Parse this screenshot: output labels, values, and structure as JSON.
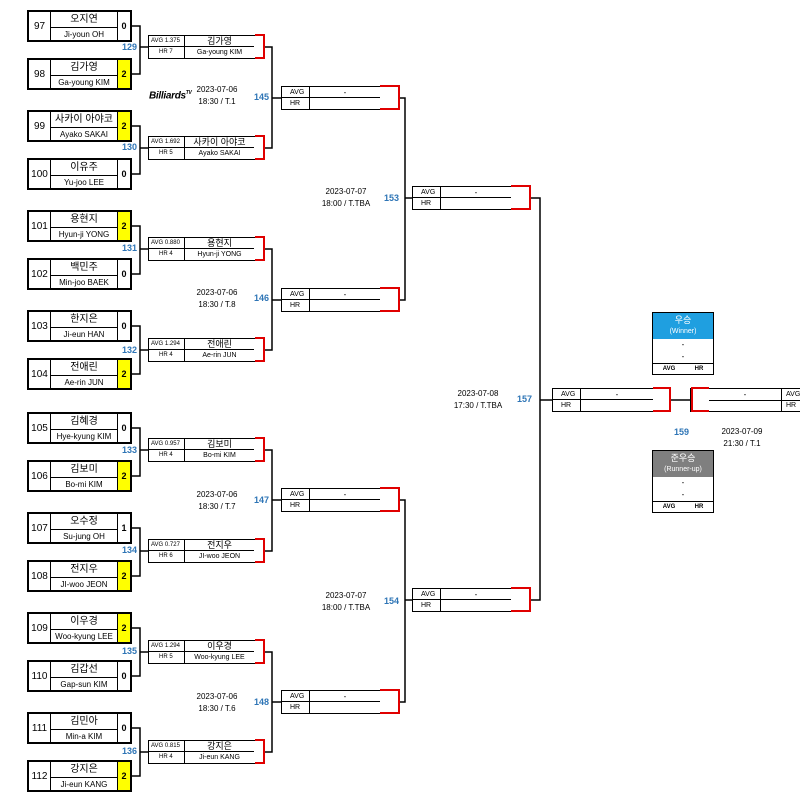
{
  "players": [
    {
      "seed": "97",
      "kr": "오지연",
      "en": "Ji-youn OH",
      "score": "0",
      "win": false
    },
    {
      "seed": "98",
      "kr": "김가영",
      "en": "Ga-young KIM",
      "score": "2",
      "win": true
    },
    {
      "seed": "99",
      "kr": "사카이 아야코",
      "en": "Ayako SAKAI",
      "score": "2",
      "win": true
    },
    {
      "seed": "100",
      "kr": "이유주",
      "en": "Yu-joo LEE",
      "score": "0",
      "win": false
    },
    {
      "seed": "101",
      "kr": "용현지",
      "en": "Hyun-ji YONG",
      "score": "2",
      "win": true
    },
    {
      "seed": "102",
      "kr": "백민주",
      "en": "Min-joo BAEK",
      "score": "0",
      "win": false
    },
    {
      "seed": "103",
      "kr": "한지은",
      "en": "Ji-eun HAN",
      "score": "0",
      "win": false
    },
    {
      "seed": "104",
      "kr": "전애린",
      "en": "Ae-rin JUN",
      "score": "2",
      "win": true
    },
    {
      "seed": "105",
      "kr": "김혜경",
      "en": "Hye-kyung KIM",
      "score": "0",
      "win": false
    },
    {
      "seed": "106",
      "kr": "김보미",
      "en": "Bo-mi KIM",
      "score": "2",
      "win": true
    },
    {
      "seed": "107",
      "kr": "오수정",
      "en": "Su-jung OH",
      "score": "1",
      "win": false
    },
    {
      "seed": "108",
      "kr": "전지우",
      "en": "JI-woo JEON",
      "score": "2",
      "win": true
    },
    {
      "seed": "109",
      "kr": "이우경",
      "en": "Woo-kyung LEE",
      "score": "2",
      "win": true
    },
    {
      "seed": "110",
      "kr": "김갑선",
      "en": "Gap-sun KIM",
      "score": "0",
      "win": false
    },
    {
      "seed": "111",
      "kr": "김민아",
      "en": "Min-a KIM",
      "score": "0",
      "win": false
    },
    {
      "seed": "112",
      "kr": "강지은",
      "en": "Ji-eun KANG",
      "score": "2",
      "win": true
    }
  ],
  "round2": [
    {
      "match": "129",
      "avg": "AVG 1.375",
      "hr": "HR 7",
      "kr": "김가영",
      "en": "Ga-young KIM"
    },
    {
      "match": "130",
      "avg": "AVG 1.692",
      "hr": "HR 5",
      "kr": "사카이 아야코",
      "en": "Ayako SAKAI"
    },
    {
      "match": "131",
      "avg": "AVG 0.880",
      "hr": "HR 4",
      "kr": "용현지",
      "en": "Hyun-ji YONG"
    },
    {
      "match": "132",
      "avg": "AVG 1.294",
      "hr": "HR 4",
      "kr": "전애린",
      "en": "Ae-rin JUN"
    },
    {
      "match": "133",
      "avg": "AVG 0.957",
      "hr": "HR 4",
      "kr": "김보미",
      "en": "Bo-mi KIM"
    },
    {
      "match": "134",
      "avg": "AVG 0.727",
      "hr": "HR 6",
      "kr": "전지우",
      "en": "JI-woo JEON"
    },
    {
      "match": "135",
      "avg": "AVG 1.294",
      "hr": "HR 5",
      "kr": "이우경",
      "en": "Woo-kyung LEE"
    },
    {
      "match": "136",
      "avg": "AVG 0.815",
      "hr": "HR 4",
      "kr": "강지은",
      "en": "Ji-eun KANG"
    }
  ],
  "round3": [
    {
      "match": "145",
      "date": "2023-07-06",
      "time": "18:30 / T.1",
      "avg": "AVG",
      "hr": "HR",
      "value": "-"
    },
    {
      "match": "146",
      "date": "2023-07-06",
      "time": "18:30 / T.8",
      "avg": "AVG",
      "hr": "HR",
      "value": "-"
    },
    {
      "match": "147",
      "date": "2023-07-06",
      "time": "18:30 / T.7",
      "avg": "AVG",
      "hr": "HR",
      "value": "-"
    },
    {
      "match": "148",
      "date": "2023-07-06",
      "time": "18:30 / T.6",
      "avg": "AVG",
      "hr": "HR",
      "value": "-"
    }
  ],
  "round4": [
    {
      "match": "153",
      "date": "2023-07-07",
      "time": "18:00 / T.TBA",
      "avg": "AVG",
      "hr": "HR",
      "value": "-"
    },
    {
      "match": "154",
      "date": "2023-07-07",
      "time": "18:00 / T.TBA",
      "avg": "AVG",
      "hr": "HR",
      "value": "-"
    }
  ],
  "semi": {
    "match": "157",
    "date": "2023-07-08",
    "time": "17:30 / T.TBA",
    "avg": "AVG",
    "hr": "HR",
    "value": "-"
  },
  "final": {
    "match": "159",
    "date": "2023-07-09",
    "time": "21:30 / T.1",
    "avg": "AVG",
    "hr": "HR",
    "value": "-"
  },
  "winner": {
    "title": "우승",
    "subtitle": "(Winner)",
    "line1": "-",
    "line2": "-",
    "avg": "AVG",
    "hr": "HR",
    "color": "#1f9fe0"
  },
  "runnerup": {
    "title": "준우승",
    "subtitle": "(Runner-up)",
    "line1": "-",
    "line2": "-",
    "avg": "AVG",
    "hr": "HR",
    "color": "#7f7f7f"
  },
  "logo": "Billiards",
  "logo_sup": "TV"
}
